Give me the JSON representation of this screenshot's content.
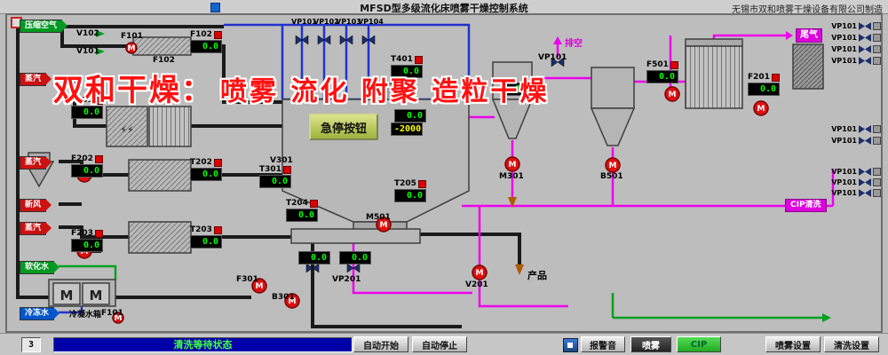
{
  "title_bar": {
    "title": "MFSD型多级流化床喷雾干燥控制系统",
    "manufacturer": "无锡市双和喷雾干燥设备有限公司制造"
  },
  "watermark": {
    "brand": "双和干燥：",
    "slogan": "喷雾 流化 附聚 造粒干燥"
  },
  "icons": {
    "lightning": "⚡⚡"
  },
  "inputs": [
    {
      "label": "压缩空气",
      "color": "green"
    },
    {
      "label": "蒸汽",
      "color": "red"
    },
    {
      "label": "蒸汽",
      "color": "red"
    },
    {
      "label": "新风",
      "color": "red"
    },
    {
      "label": "蒸汽",
      "color": "red"
    },
    {
      "label": "软化水",
      "color": "green"
    },
    {
      "label": "冷冻水",
      "color": "blue"
    }
  ],
  "displays": [
    {
      "label": "F102",
      "value": "0.0"
    },
    {
      "label": "T201",
      "value": "0.0"
    },
    {
      "label": "F202",
      "value": "0.0"
    },
    {
      "label": "T202",
      "value": "0.0"
    },
    {
      "label": "F203",
      "value": "0.0"
    },
    {
      "label": "T203",
      "value": "0.0"
    },
    {
      "label": "T301",
      "value": "0.0"
    },
    {
      "label": "T204",
      "value": "0.0"
    },
    {
      "label": "T401",
      "value": "0.0"
    },
    {
      "label": "",
      "value": "0.0"
    },
    {
      "label": "",
      "value": "-2000"
    },
    {
      "label": "T205",
      "value": "0.0"
    },
    {
      "label": "",
      "value": "0.0"
    },
    {
      "label": "",
      "value": "0.0"
    },
    {
      "label": "F501",
      "value": "0.0"
    },
    {
      "label": "F201",
      "value": "0.0"
    },
    {
      "label": "",
      "value": "0.0"
    }
  ],
  "labels": {
    "motor": "M",
    "v102": "V102",
    "v101": "V101",
    "f101_top": "F101",
    "f102_filter": "F102",
    "v301": "V301",
    "m501": "M501",
    "m301": "M301",
    "b501": "B501",
    "v201": "V201",
    "f301": "F301",
    "b301": "B301",
    "f101_bottom": "F101",
    "vp201": "VP201",
    "vp101_mid": "VP101",
    "condensate_tank": "冷凝水箱",
    "vent": "排空",
    "tailgas": "尾气",
    "product": "产品",
    "estop": "急停按钮",
    "cip_line": "CIP清洗"
  },
  "top_valves": [
    "VP101",
    "VP102",
    "VP103",
    "VP104"
  ],
  "right_valves": [
    "VP101",
    "VP101",
    "VP101",
    "VP101",
    "VP101",
    "VP101",
    "VP101",
    "VP101",
    "VP101"
  ],
  "bottom_bar": {
    "counter": "3",
    "status": "清洗等待状态",
    "auto_start": "自动开始",
    "auto_stop": "自动停止",
    "alarm": "报警音",
    "spray": "喷雾",
    "cip": "CIP",
    "spray_settings": "喷雾设置",
    "clean_settings": "清洗设置"
  },
  "colors": {
    "display_green": "#00ff00",
    "display_yellow": "#ffff00",
    "pipe_blue": "#2233cc",
    "pipe_magenta": "#ee00ee",
    "pipe_green": "#00a020",
    "status_bg": "#0000a8",
    "cip_button": "#2fbf2f",
    "watermark_red": "#ff1111"
  }
}
